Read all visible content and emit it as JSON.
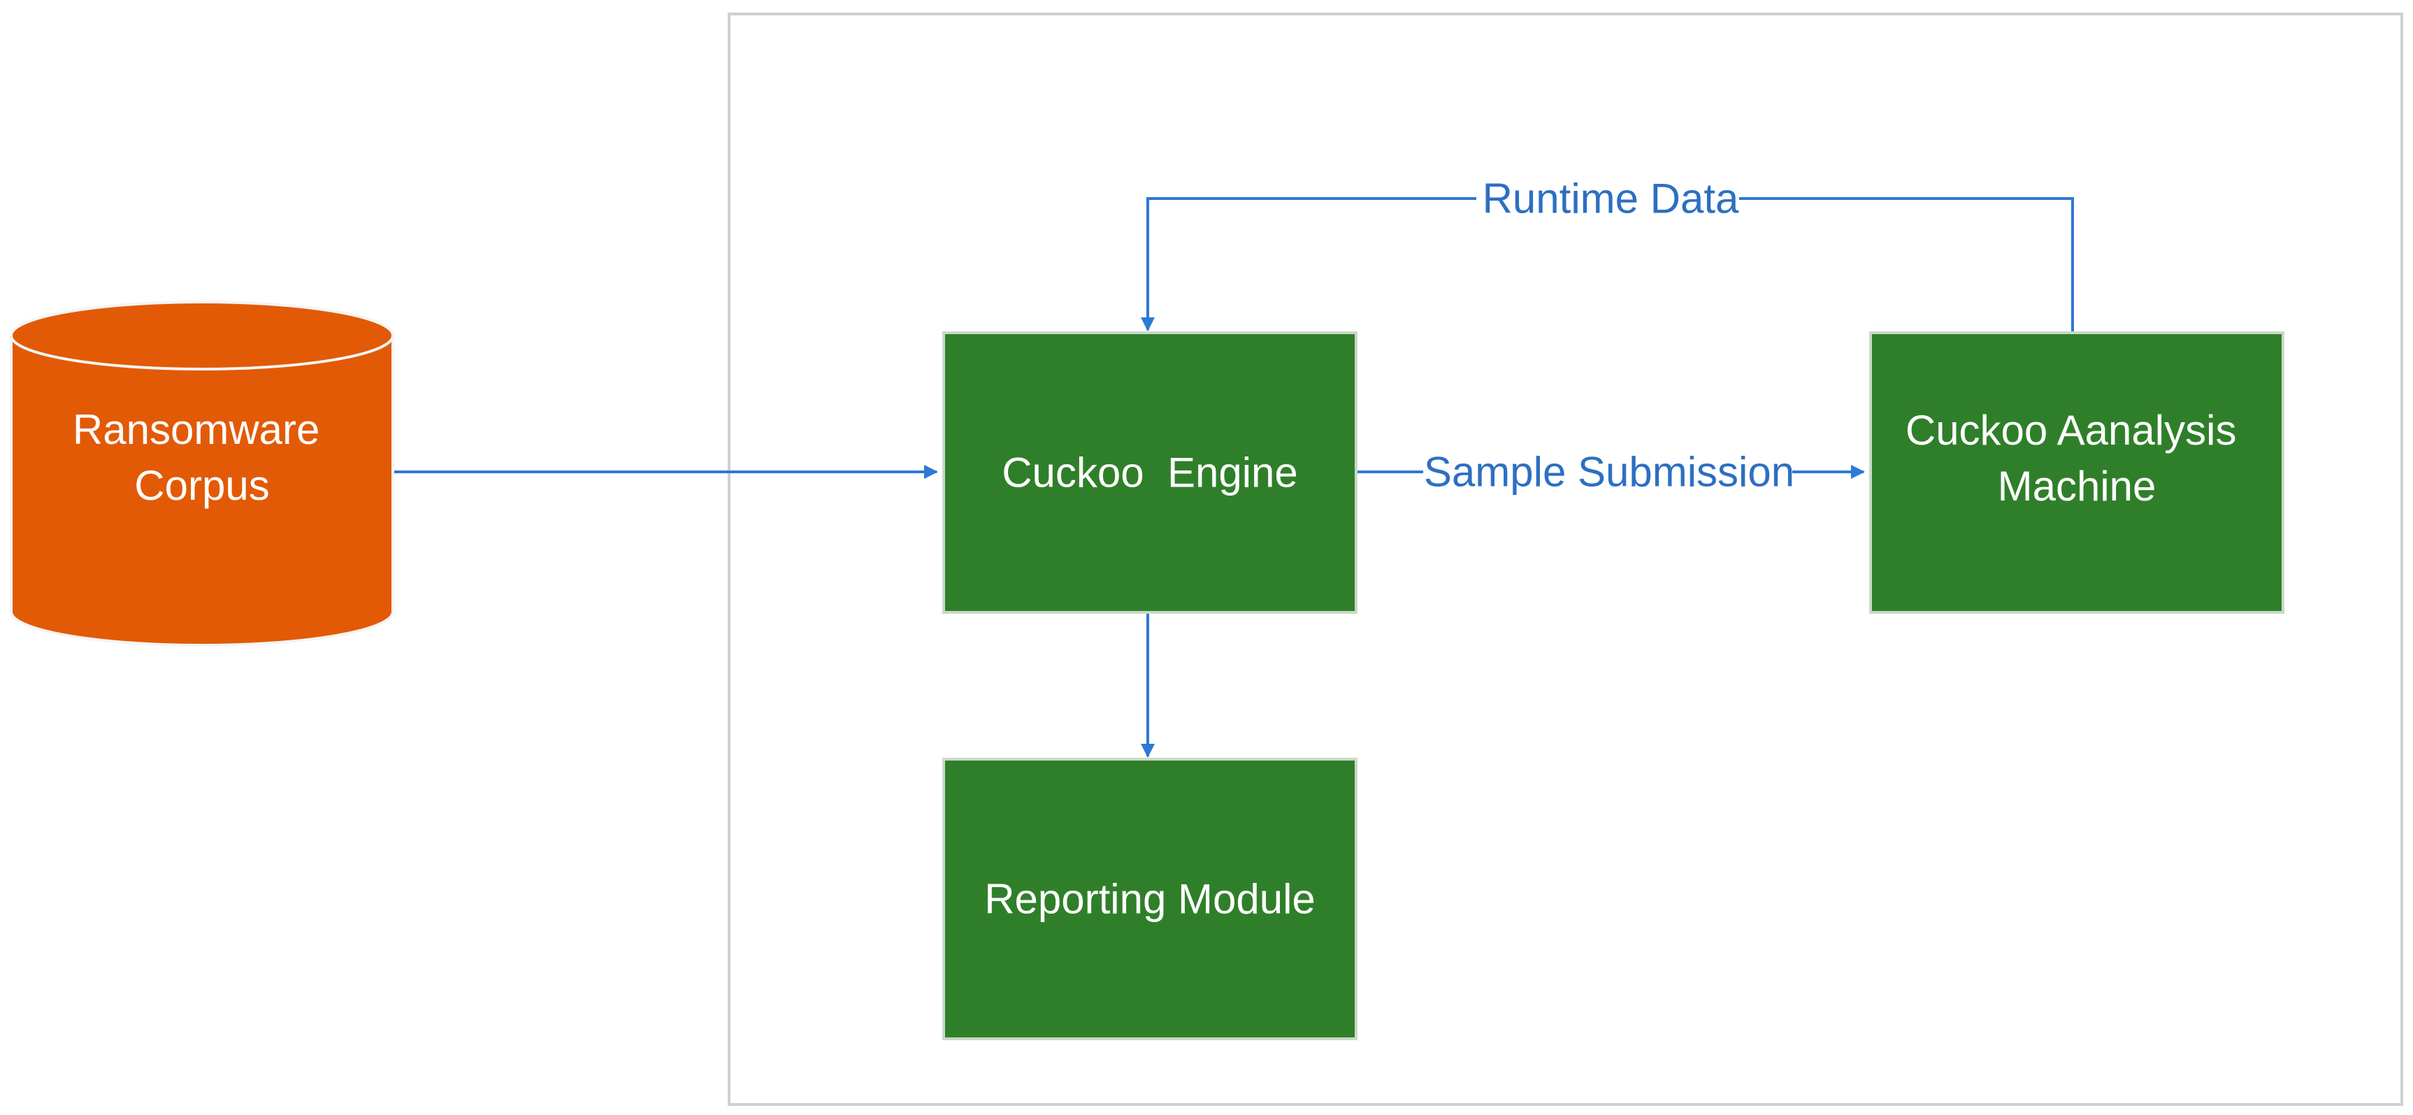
{
  "colors": {
    "database_fill": "#E25A06",
    "database_stroke": "#F4F4F4",
    "process_fill": "#2F7F2A",
    "process_stroke": "#C9D9C7",
    "connector": "#2D79D6",
    "label_text_light": "#FFFFFF",
    "label_text_blue": "#2D6FC2",
    "frame_border": "#CFCFCF"
  },
  "nodes": {
    "ransomware_corpus": {
      "line1": "Ransomware",
      "line2": "Corpus",
      "shape": "cylinder"
    },
    "cuckoo_engine": {
      "label": "Cuckoo  Engine",
      "shape": "rectangle"
    },
    "cuckoo_analysis_machine": {
      "line1": "Cuckoo Aanalysis",
      "line2": "Machine",
      "shape": "rectangle"
    },
    "reporting_module": {
      "label": "Reporting Module",
      "shape": "rectangle"
    }
  },
  "edges": {
    "sample_submission": {
      "label": "Sample Submission"
    },
    "runtime_data": {
      "label": "Runtime Data"
    }
  }
}
